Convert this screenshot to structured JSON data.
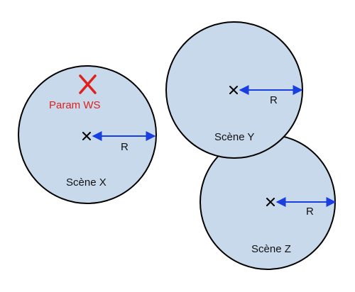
{
  "colors": {
    "circle_fill": "#c9d9ec",
    "circle_stroke": "#000000",
    "radius_arrow": "#1a3fe0",
    "warning": "#e0201a"
  },
  "scenes": [
    {
      "label": "Scène X",
      "radius_label": "R"
    },
    {
      "label": "Scène Y",
      "radius_label": "R"
    },
    {
      "label": "Scène Z",
      "radius_label": "R"
    }
  ],
  "warning": {
    "label": "Param WS",
    "icon": "red-x-icon"
  }
}
